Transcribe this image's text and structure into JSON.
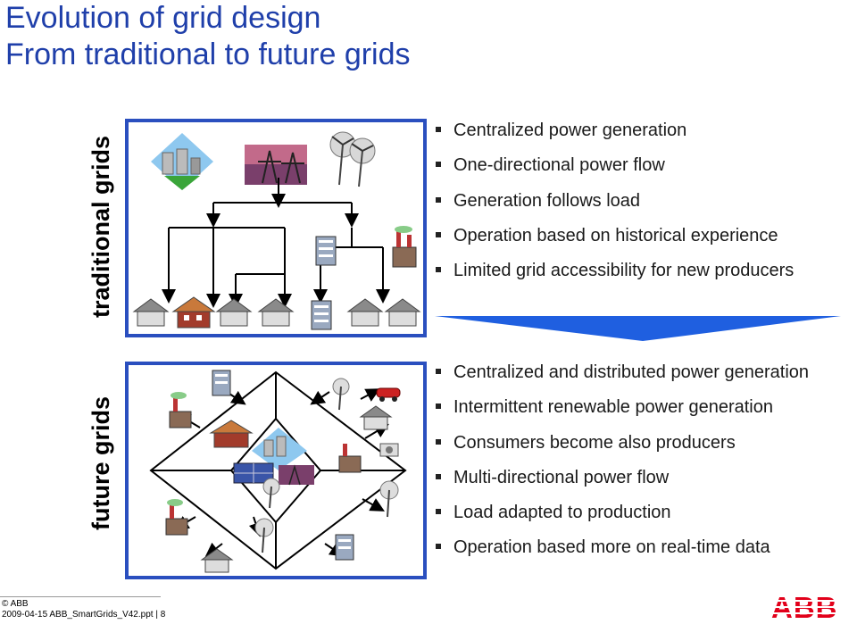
{
  "header": {
    "title": "Evolution of grid design",
    "subtitle": "From traditional to future grids"
  },
  "traditional": {
    "label": "traditional grids",
    "bullets": [
      "Centralized power generation",
      "One-directional power flow",
      "Generation follows load",
      "Operation based on historical experience",
      "Limited grid accessibility for new producers"
    ]
  },
  "future": {
    "label": "future grids",
    "bullets": [
      "Centralized and distributed power generation",
      "Intermittent renewable power generation",
      "Consumers become also producers",
      "Multi-directional power flow",
      "Load adapted to production",
      "Operation based more on real-time data"
    ]
  },
  "footer": {
    "copyright": "© ABB",
    "file": "2009-04-15 ABB_SmartGrids_V42.ppt | 8"
  },
  "logo": {
    "text": "ABB",
    "color": "#e2001a"
  },
  "colors": {
    "title": "#1f3faa",
    "frame": "#2a4fbf",
    "arrow": "#1f5fe0"
  }
}
